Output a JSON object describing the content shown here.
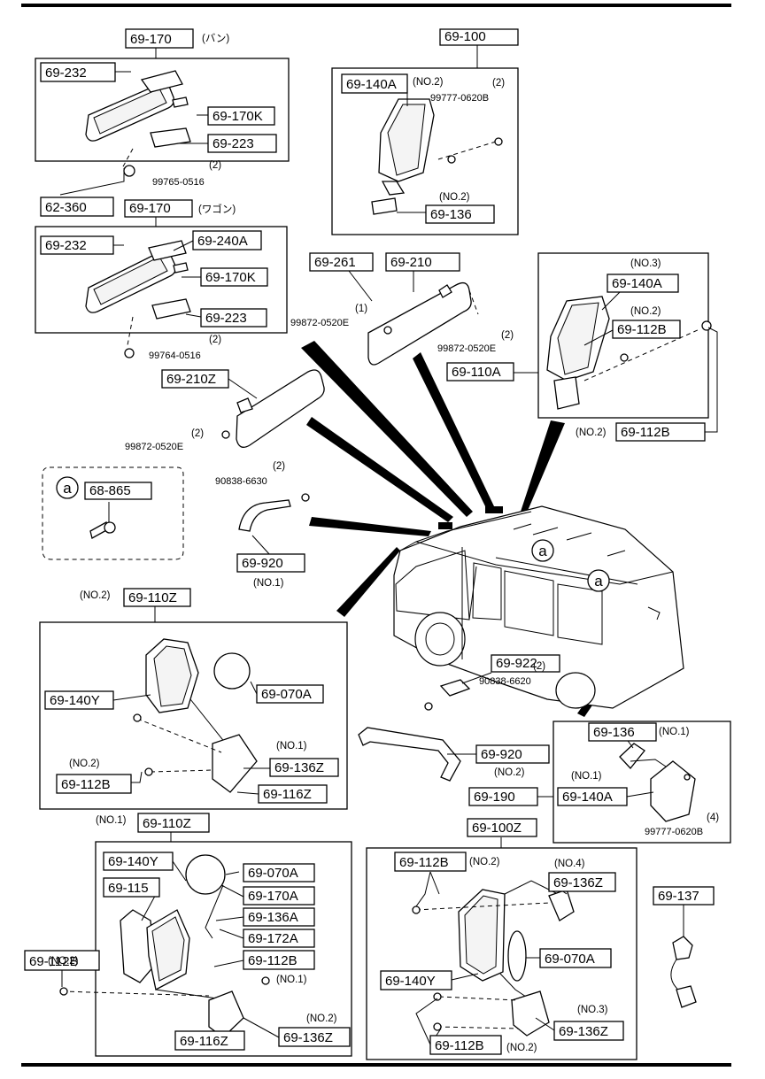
{
  "labels": [
    {
      "id": "l1",
      "text": "69-170"
    },
    {
      "id": "l2",
      "text": "69-232"
    },
    {
      "id": "l3",
      "text": "69-170K"
    },
    {
      "id": "l4",
      "text": "69-223"
    },
    {
      "id": "l5",
      "text": "62-360"
    },
    {
      "id": "l6",
      "text": "69-170"
    },
    {
      "id": "l7",
      "text": "69-232"
    },
    {
      "id": "l8",
      "text": "69-240A"
    },
    {
      "id": "l9",
      "text": "69-170K"
    },
    {
      "id": "l10",
      "text": "69-223"
    },
    {
      "id": "l11",
      "text": "69-100"
    },
    {
      "id": "l12",
      "text": "69-140A"
    },
    {
      "id": "l13",
      "text": "69-136"
    },
    {
      "id": "l14",
      "text": "69-261"
    },
    {
      "id": "l15",
      "text": "69-210"
    },
    {
      "id": "l16",
      "text": "69-140A"
    },
    {
      "id": "l17",
      "text": "69-112B"
    },
    {
      "id": "l18",
      "text": "69-110A"
    },
    {
      "id": "l19",
      "text": "69-112B"
    },
    {
      "id": "l20",
      "text": "69-210Z"
    },
    {
      "id": "l21",
      "text": "68-865"
    },
    {
      "id": "l22",
      "text": "69-920"
    },
    {
      "id": "l23",
      "text": "69-110Z"
    },
    {
      "id": "l24",
      "text": "69-140Y"
    },
    {
      "id": "l25",
      "text": "69-070A"
    },
    {
      "id": "l26",
      "text": "69-136Z"
    },
    {
      "id": "l27",
      "text": "69-112B"
    },
    {
      "id": "l28",
      "text": "69-116Z"
    },
    {
      "id": "l29",
      "text": "69-922"
    },
    {
      "id": "l30",
      "text": "69-920"
    },
    {
      "id": "l31",
      "text": "69-190"
    },
    {
      "id": "l32",
      "text": "69-136"
    },
    {
      "id": "l33",
      "text": "69-140A"
    },
    {
      "id": "l34",
      "text": "69-110Z"
    },
    {
      "id": "l35",
      "text": "69-140Y"
    },
    {
      "id": "l36",
      "text": "69-115"
    },
    {
      "id": "l37",
      "text": "69-070A"
    },
    {
      "id": "l38",
      "text": "69-170A"
    },
    {
      "id": "l39",
      "text": "69-136A"
    },
    {
      "id": "l40",
      "text": "69-172A"
    },
    {
      "id": "l41",
      "text": "69-112B"
    },
    {
      "id": "l42",
      "text": "69-112B"
    },
    {
      "id": "l43",
      "text": "69-116Z"
    },
    {
      "id": "l44",
      "text": "69-136Z"
    },
    {
      "id": "l45",
      "text": "69-100Z"
    },
    {
      "id": "l46",
      "text": "69-112B"
    },
    {
      "id": "l47",
      "text": "69-136Z"
    },
    {
      "id": "l48",
      "text": "69-070A"
    },
    {
      "id": "l49",
      "text": "69-140Y"
    },
    {
      "id": "l50",
      "text": "69-136Z"
    },
    {
      "id": "l51",
      "text": "69-112B"
    },
    {
      "id": "l52",
      "text": "69-137"
    }
  ],
  "notes": [
    {
      "id": "n1",
      "text": "(バン)"
    },
    {
      "id": "n2",
      "text": "(2)"
    },
    {
      "id": "n3",
      "text": "99765-0516"
    },
    {
      "id": "n4",
      "text": "(ワゴン)"
    },
    {
      "id": "n5",
      "text": "(2)"
    },
    {
      "id": "n6",
      "text": "99764-0516"
    },
    {
      "id": "n7",
      "text": "(NO.2)"
    },
    {
      "id": "n8",
      "text": "(2)"
    },
    {
      "id": "n9",
      "text": "99777-0620B"
    },
    {
      "id": "n10",
      "text": "(NO.2)"
    },
    {
      "id": "n11",
      "text": "(1)"
    },
    {
      "id": "n12",
      "text": "99872-0520E"
    },
    {
      "id": "n13",
      "text": "(2)"
    },
    {
      "id": "n14",
      "text": "99872-0520E"
    },
    {
      "id": "n15",
      "text": "(NO.3)"
    },
    {
      "id": "n16",
      "text": "(NO.2)"
    },
    {
      "id": "n17",
      "text": "(NO.2)"
    },
    {
      "id": "n18",
      "text": "(2)"
    },
    {
      "id": "n19",
      "text": "99872-0520E"
    },
    {
      "id": "n20",
      "text": "(2)"
    },
    {
      "id": "n21",
      "text": "90838-6630"
    },
    {
      "id": "n22",
      "text": "(NO.1)"
    },
    {
      "id": "n23",
      "text": "(NO.2)"
    },
    {
      "id": "n24",
      "text": "(NO.1)"
    },
    {
      "id": "n25",
      "text": "(NO.2)"
    },
    {
      "id": "n26",
      "text": "(2)"
    },
    {
      "id": "n27",
      "text": "90838-6620"
    },
    {
      "id": "n28",
      "text": "(NO.2)"
    },
    {
      "id": "n29",
      "text": "(NO.1)"
    },
    {
      "id": "n30",
      "text": "(NO.1)"
    },
    {
      "id": "n31",
      "text": "(4)"
    },
    {
      "id": "n32",
      "text": "99777-0620B"
    },
    {
      "id": "n33",
      "text": "(NO.1)"
    },
    {
      "id": "n34",
      "text": "(NO.2)"
    },
    {
      "id": "n35",
      "text": "(NO.1)"
    },
    {
      "id": "n36",
      "text": "(NO.2)"
    },
    {
      "id": "n37",
      "text": "(NO.2)"
    },
    {
      "id": "n38",
      "text": "(NO.4)"
    },
    {
      "id": "n39",
      "text": "(NO.3)"
    },
    {
      "id": "n40",
      "text": "(NO.2)"
    }
  ],
  "callouts": [
    {
      "id": "c1",
      "text": "a"
    },
    {
      "id": "c2",
      "text": "a"
    },
    {
      "id": "c3",
      "text": "a"
    }
  ]
}
